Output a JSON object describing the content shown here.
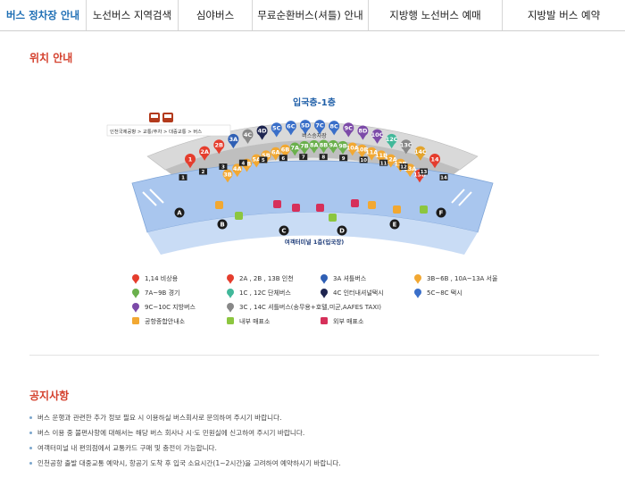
{
  "tabs": [
    {
      "label": "버스 정차장 안내",
      "active": true
    },
    {
      "label": "노선버스 지역검색",
      "active": false
    },
    {
      "label": "심야버스",
      "active": false
    },
    {
      "label": "무료순환버스(셔틀) 안내",
      "active": false
    },
    {
      "label": "지방행 노선버스 예매",
      "active": false
    },
    {
      "label": "지방발 버스 예약",
      "active": false
    }
  ],
  "location_title": "위치 안내",
  "map": {
    "floor_label": "입국층-1층",
    "breadcrumb": "인천국제공항 > 교통/주차 > 대중교통 > 버스",
    "bus_stop_label": "버스승차장",
    "terminal_label": "여객터미널 1층(입국장)",
    "gates": [
      "A",
      "B",
      "C",
      "D",
      "E",
      "F"
    ],
    "stops": [
      "1",
      "2",
      "3",
      "4",
      "5",
      "6",
      "7",
      "8",
      "9",
      "10",
      "11",
      "12",
      "13",
      "14"
    ],
    "top_pins": [
      {
        "label": "1",
        "color": "#e53d2d"
      },
      {
        "label": "2A",
        "color": "#e53d2d"
      },
      {
        "label": "2B",
        "color": "#e53d2d"
      },
      {
        "label": "3A",
        "color": "#2f5fb4"
      },
      {
        "label": "4C",
        "color": "#888888"
      },
      {
        "label": "4D",
        "color": "#1e2550"
      },
      {
        "label": "5C",
        "color": "#3a6fc9"
      },
      {
        "label": "6C",
        "color": "#3a6fc9"
      },
      {
        "label": "5D",
        "color": "#3a6fc9"
      },
      {
        "label": "7C",
        "color": "#3a6fc9"
      },
      {
        "label": "8C",
        "color": "#3a6fc9"
      },
      {
        "label": "9C",
        "color": "#7c4aa8"
      },
      {
        "label": "8D",
        "color": "#7c4aa8"
      },
      {
        "label": "10C",
        "color": "#7c4aa8"
      },
      {
        "label": "12C",
        "color": "#41b89a"
      },
      {
        "label": "13C",
        "color": "#888888"
      },
      {
        "label": "14C",
        "color": "#e3a42c"
      },
      {
        "label": "14",
        "color": "#e53d2d"
      }
    ],
    "mid_pins": [
      {
        "label": "3B",
        "color": "#f2a832"
      },
      {
        "label": "4A",
        "color": "#f2a832"
      },
      {
        "label": "4B",
        "color": "#f2a832"
      },
      {
        "label": "5A",
        "color": "#f2a832"
      },
      {
        "label": "5B",
        "color": "#f2a832"
      },
      {
        "label": "6A",
        "color": "#f2a832"
      },
      {
        "label": "6B",
        "color": "#f2a832"
      },
      {
        "label": "7A",
        "color": "#6ab04c"
      },
      {
        "label": "7B",
        "color": "#6ab04c"
      },
      {
        "label": "8A",
        "color": "#6ab04c"
      },
      {
        "label": "8B",
        "color": "#6ab04c"
      },
      {
        "label": "9A",
        "color": "#6ab04c"
      },
      {
        "label": "9B",
        "color": "#6ab04c"
      },
      {
        "label": "10A",
        "color": "#f2a832"
      },
      {
        "label": "10B",
        "color": "#f2a832"
      },
      {
        "label": "11A",
        "color": "#f2a832"
      },
      {
        "label": "11B",
        "color": "#f2a832"
      },
      {
        "label": "12A",
        "color": "#f2a832"
      },
      {
        "label": "12B",
        "color": "#f2a832"
      },
      {
        "label": "13A",
        "color": "#f2a832"
      },
      {
        "label": "13B",
        "color": "#e53d2d"
      }
    ]
  },
  "legend": [
    {
      "text": "1,14 비상용",
      "color": "#e53d2d",
      "shape": "pin"
    },
    {
      "text": "2A , 2B , 13B 인천",
      "color": "#e53d2d",
      "shape": "pin"
    },
    {
      "text": "3A 셔틀버스",
      "color": "#2f5fb4",
      "shape": "pin"
    },
    {
      "text": "3B~6B , 10A~13A 서울",
      "color": "#f2a832",
      "shape": "pin"
    },
    {
      "text": "7A~9B 경기",
      "color": "#6ab04c",
      "shape": "pin"
    },
    {
      "text": "1C , 12C 단체버스",
      "color": "#41b89a",
      "shape": "pin"
    },
    {
      "text": "4C 인터내셔널택시",
      "color": "#1e2550",
      "shape": "pin"
    },
    {
      "text": "5C~8C 택시",
      "color": "#3a6fc9",
      "shape": "pin"
    },
    {
      "text": "9C~10C 지방버스",
      "color": "#7c4aa8",
      "shape": "pin"
    },
    {
      "text": "3C , 14C 셔틀버스(송무용+호텔,미군,AAFES TAXI)",
      "color": "#888888",
      "shape": "pin"
    },
    {
      "text": "공항종합안내소",
      "color": "#f2a832",
      "shape": "box"
    },
    {
      "text": "내부 매표소",
      "color": "#8cc63f",
      "shape": "box"
    },
    {
      "text": "외부 매표소",
      "color": "#d6305a",
      "shape": "box"
    }
  ],
  "notice_title": "공지사항",
  "notices": [
    "버스 운행과 관련한 추가 정보 필요 시 이용하실 버스회사로 문의하여 주시기 바랍니다.",
    "버스 이용 중 불편사항에 대해서는 해당 버스 회사나 시·도 민원실에 신고하여 주시기 바랍니다.",
    "여객터미널 내 편의점에서 교통카드 구매 및 충전이 가능합니다.",
    "인천공항 출발 대중교통 예약시, 항공기 도착 후 입국 소요시간(1~2시간)을 고려하여 예약하시기 바랍니다."
  ]
}
